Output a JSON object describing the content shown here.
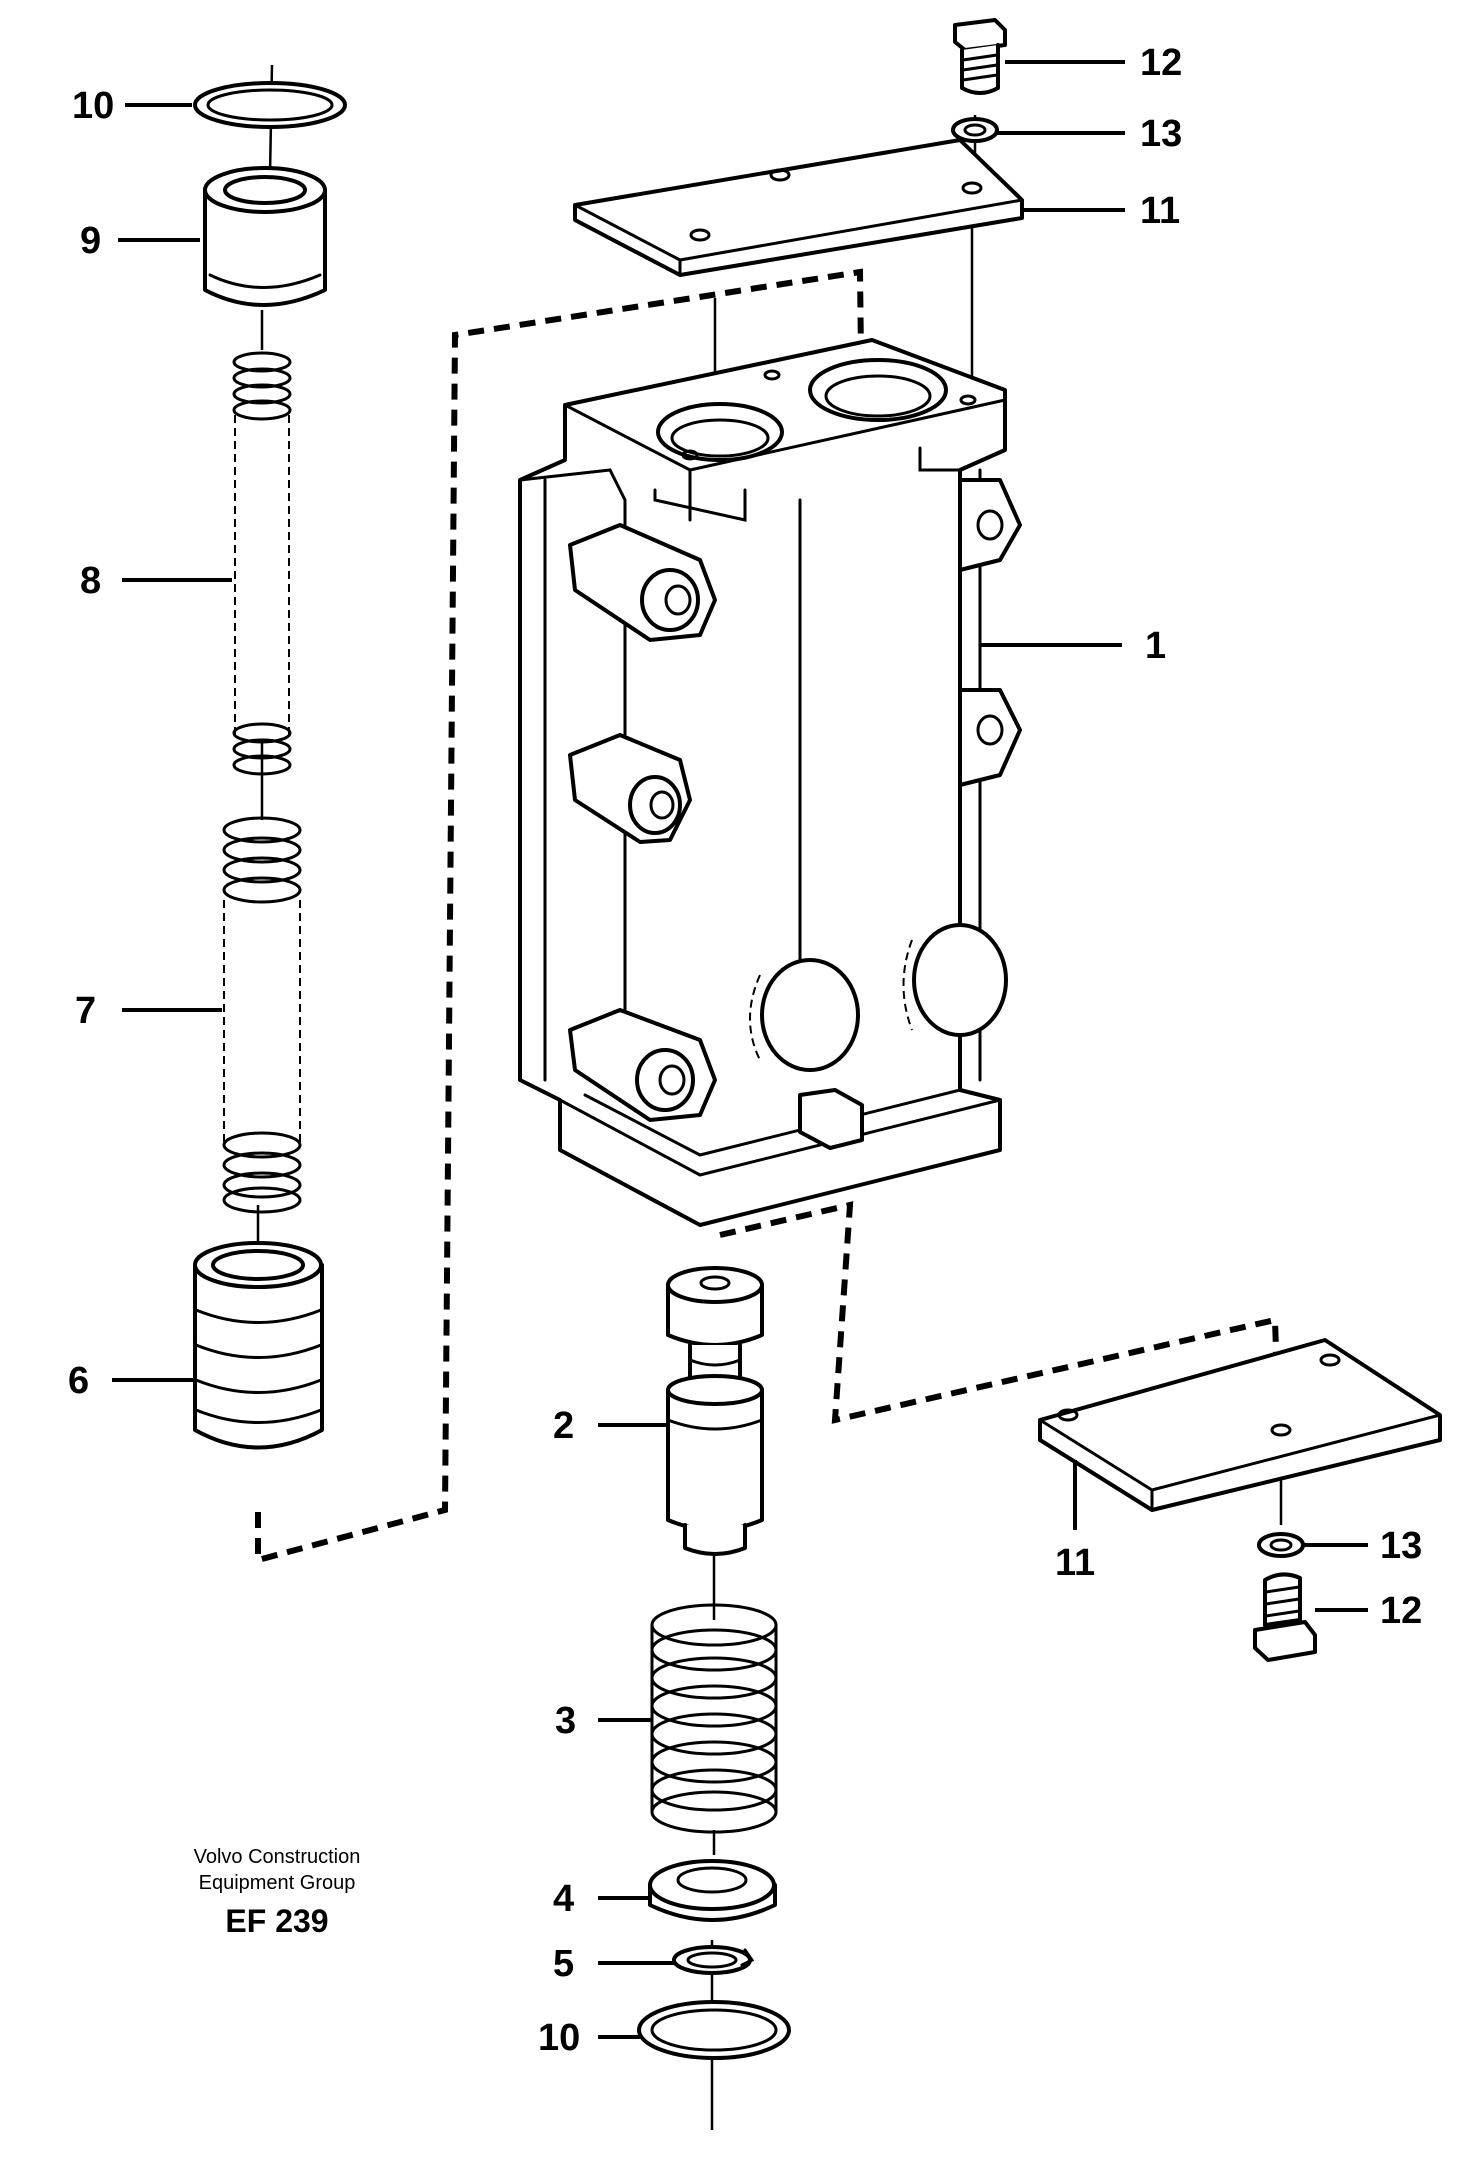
{
  "labels": {
    "l1": "1",
    "l2": "2",
    "l3": "3",
    "l4": "4",
    "l5": "5",
    "l6": "6",
    "l7": "7",
    "l8": "8",
    "l9": "9",
    "l10a": "10",
    "l10b": "10",
    "l11a": "11",
    "l11b": "11",
    "l12a": "12",
    "l12b": "12",
    "l13a": "13",
    "l13b": "13"
  },
  "caption": {
    "line1": "Volvo Construction",
    "line2": "Equipment Group",
    "code": "EF 239"
  }
}
